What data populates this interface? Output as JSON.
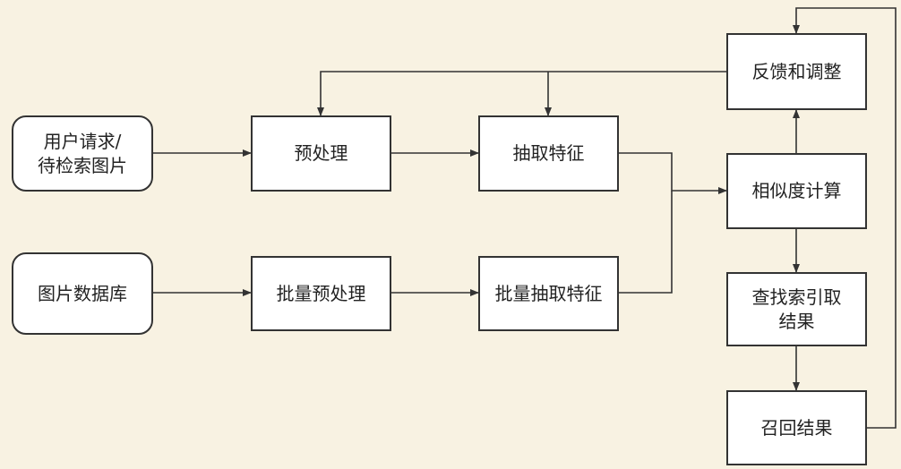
{
  "colors": {
    "background": "#f8f2e2",
    "box_fill": "#ffffff",
    "stroke": "#333333",
    "text": "#222222"
  },
  "nodes": {
    "user_request": "用户请求/\n待检索图片",
    "image_db": "图片数据库",
    "preprocess": "预处理",
    "batch_preprocess": "批量预处理",
    "extract_feature": "抽取特征",
    "batch_extract_feature": "批量抽取特征",
    "feedback_adjust": "反馈和调整",
    "similarity": "相似度计算",
    "lookup_index": "查找索引取\n结果",
    "recall_result": "召回结果"
  },
  "edges": [
    {
      "from": "user_request",
      "to": "preprocess"
    },
    {
      "from": "preprocess",
      "to": "extract_feature"
    },
    {
      "from": "image_db",
      "to": "batch_preprocess"
    },
    {
      "from": "batch_preprocess",
      "to": "batch_extract_feature"
    },
    {
      "from": "extract_feature",
      "to": "similarity"
    },
    {
      "from": "batch_extract_feature",
      "to": "similarity"
    },
    {
      "from": "similarity",
      "to": "feedback_adjust"
    },
    {
      "from": "similarity",
      "to": "lookup_index"
    },
    {
      "from": "lookup_index",
      "to": "recall_result"
    },
    {
      "from": "recall_result",
      "to": "feedback_adjust"
    },
    {
      "from": "feedback_adjust",
      "to": "preprocess"
    },
    {
      "from": "feedback_adjust",
      "to": "extract_feature"
    }
  ]
}
